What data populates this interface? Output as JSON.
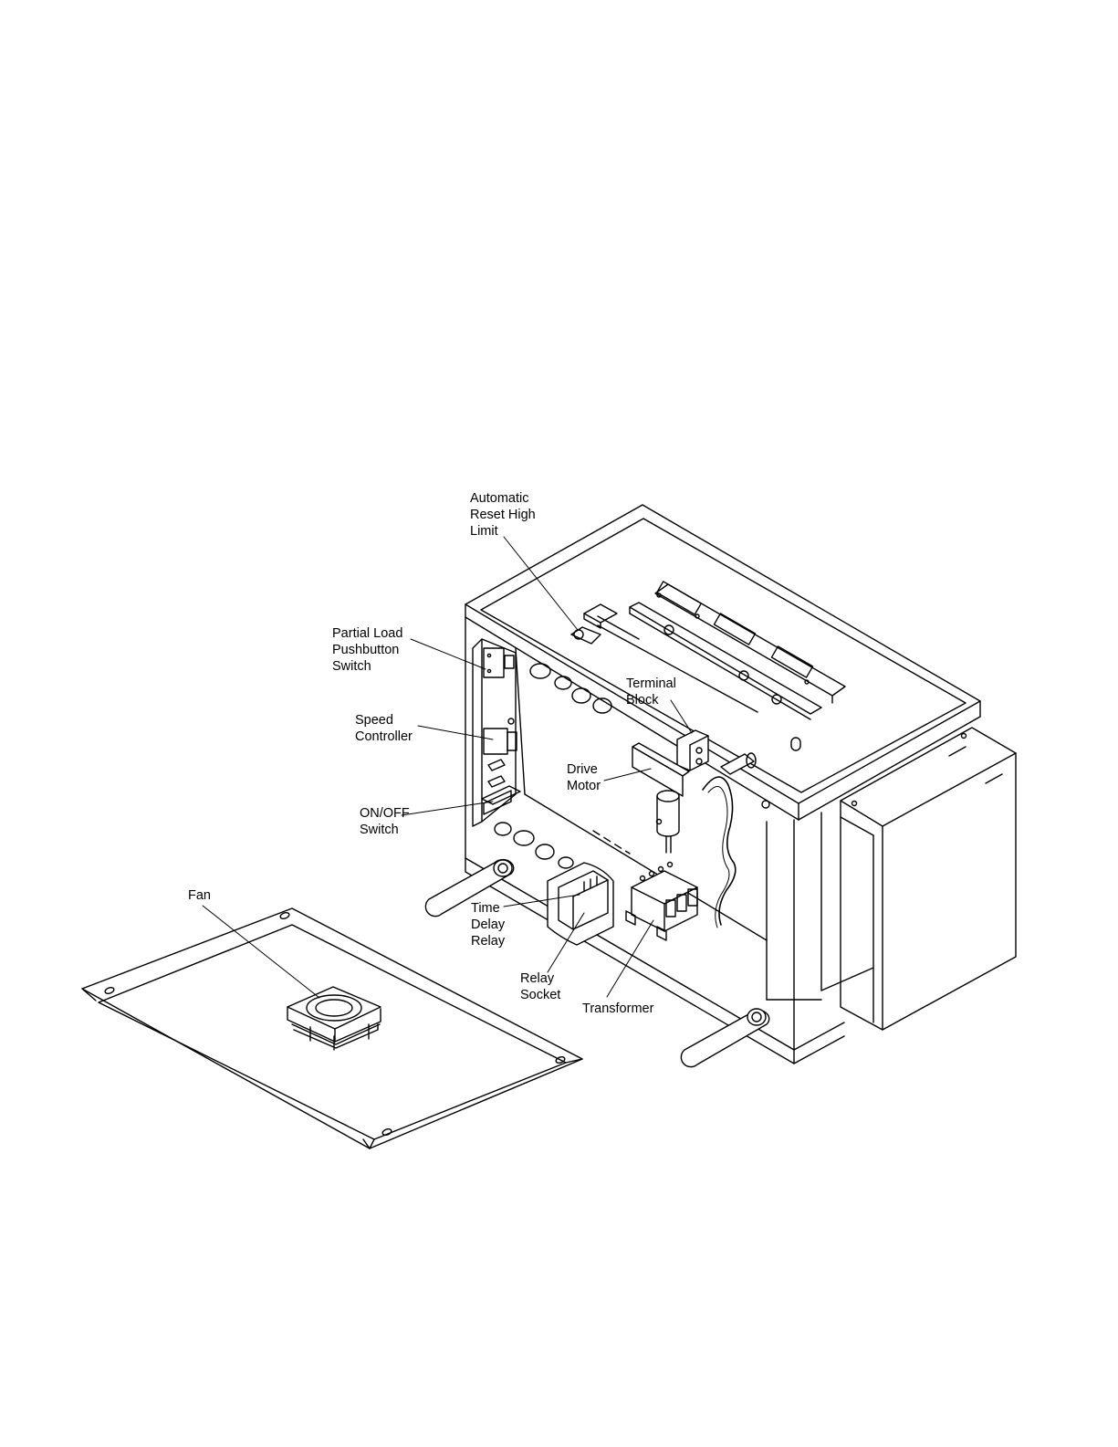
{
  "colors": {
    "ink": "#000000",
    "paper": "#ffffff"
  },
  "labels": {
    "high_limit": "Automatic\nReset High\nLimit",
    "partial_load": "Partial Load\nPushbutton\nSwitch",
    "speed_controller": "Speed\nController",
    "on_off": "ON/OFF\nSwitch",
    "terminal_block": "Terminal\nBlock",
    "drive_motor": "Drive\nMotor",
    "fan": "Fan",
    "time_delay": "Time\nDelay\nRelay",
    "relay_socket": "Relay\nSocket",
    "transformer": "Transformer"
  }
}
